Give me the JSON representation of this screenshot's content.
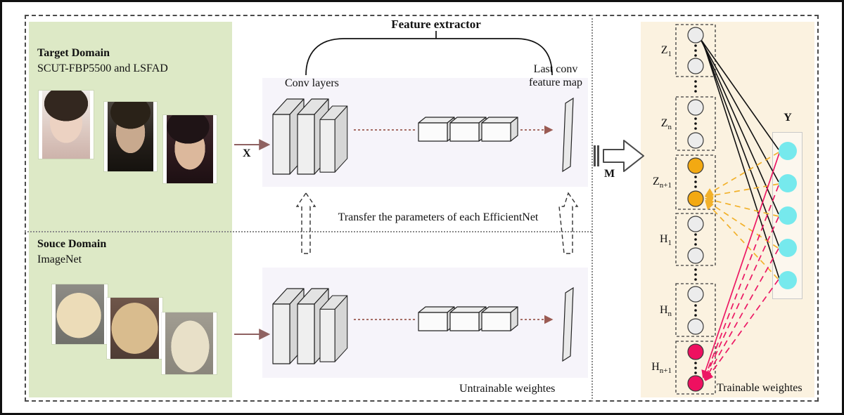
{
  "figure": {
    "target_domain": {
      "title": "Target Domain",
      "subtitle": "SCUT-FBP5500 and LSFAD"
    },
    "source_domain": {
      "title": "Souce Domain",
      "subtitle": "ImageNet"
    },
    "feature_extractor_label": "Feature extractor",
    "conv_layers_label": "Conv layers",
    "last_conv": {
      "line1": "Last conv",
      "line2": "feature map"
    },
    "transfer_note": "Transfer the parameters of each EfficientNet",
    "untrainable_note": "Untrainable weightes",
    "trainable_note": "Trainable weightes",
    "symbols": {
      "input": "X",
      "feature_map": "M",
      "output": "Y"
    },
    "nodes": [
      {
        "base": "Z",
        "sub": "1",
        "node_color": "#ececec"
      },
      {
        "base": "Z",
        "sub": "n",
        "node_color": "#ececec"
      },
      {
        "base": "Z",
        "sub": "n+1",
        "node_color": "#f3a912"
      },
      {
        "base": "H",
        "sub": "1",
        "node_color": "#ececec"
      },
      {
        "base": "H",
        "sub": "n",
        "node_color": "#ececec"
      },
      {
        "base": "H",
        "sub": "n+1",
        "node_color": "#ee1060"
      }
    ],
    "output": {
      "label": "Y",
      "count": 5,
      "node_color": "#76e9ed"
    },
    "colors": {
      "target_panel": "#dde9c6",
      "extractor_panel": "#f6f4fa",
      "classifier_panel": "#fbf2e0",
      "connection_black": "#111111",
      "connection_yellow": "#f2b12b",
      "connection_pink": "#ec1864",
      "arrow_maroon": "#8f6161",
      "connector_brown": "#9a5a52"
    }
  }
}
